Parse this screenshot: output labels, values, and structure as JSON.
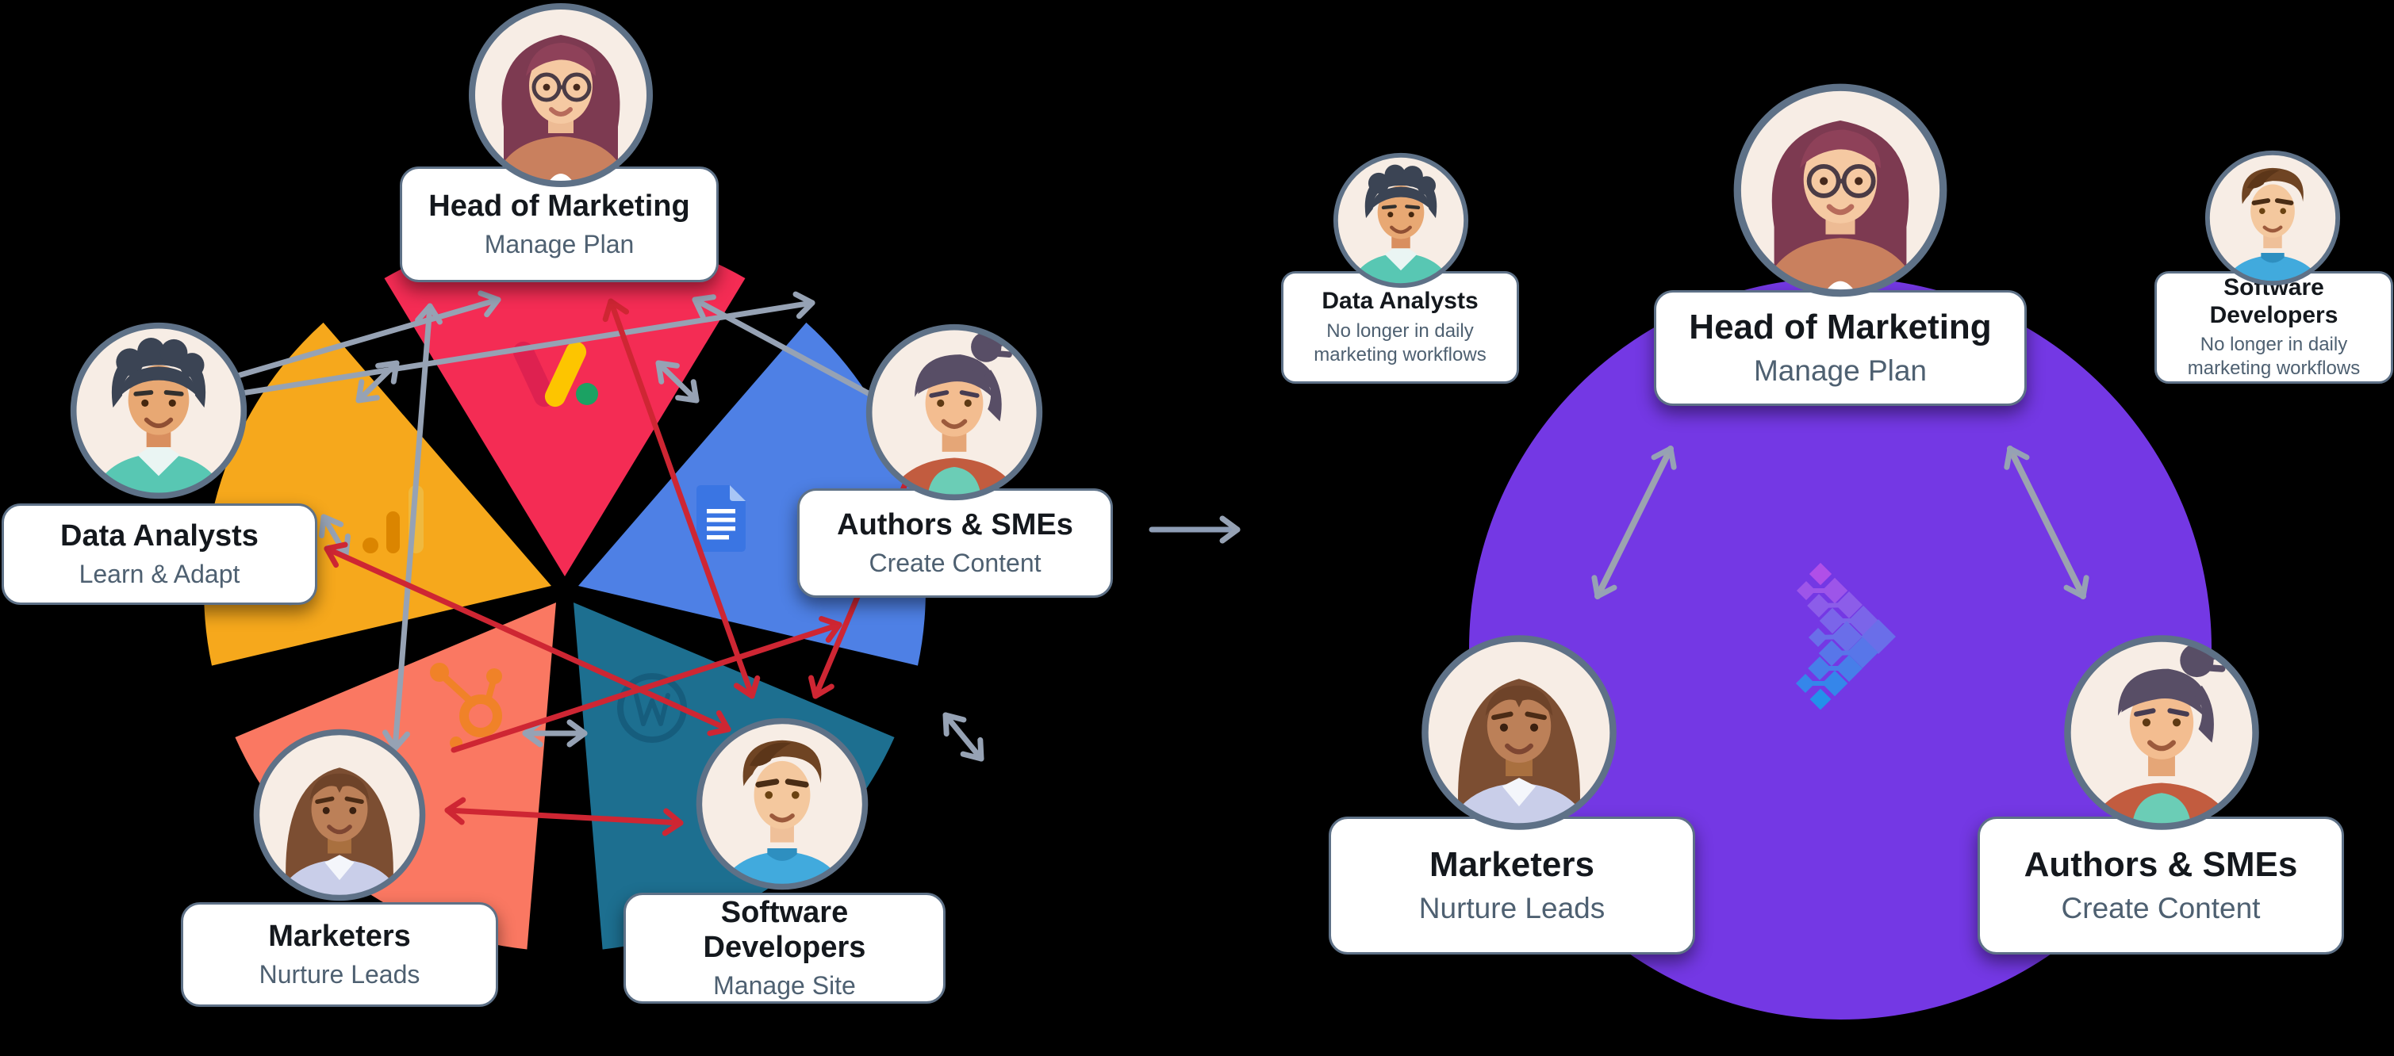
{
  "diagram": {
    "before": {
      "name": "siloed-marketing-workflow",
      "roles": [
        {
          "name": "Head of Marketing",
          "task": "Manage Plan",
          "tool": "google-ads-icon",
          "wedge_color": "#F42C54"
        },
        {
          "name": "Data Analysts",
          "task": "Learn & Adapt",
          "tool": "google-analytics-icon",
          "wedge_color": "#F6A81C"
        },
        {
          "name": "Authors & SMEs",
          "task": "Create Content",
          "tool": "google-docs-icon",
          "wedge_color": "#4E80E5"
        },
        {
          "name": "Marketers",
          "task": "Nurture Leads",
          "tool": "hubspot-icon",
          "wedge_color": "#FA7862"
        },
        {
          "name": "Software Developers",
          "task": "Manage Site",
          "tool": "wordpress-icon",
          "wedge_color": "#1D6F90"
        }
      ]
    },
    "after": {
      "name": "unified-marketing-workflow",
      "circle_color": "#7438E4",
      "center_icon": "data-pipeline-logo",
      "roles": [
        {
          "name": "Head of Marketing",
          "task": "Manage Plan"
        },
        {
          "name": "Marketers",
          "task": "Nurture Leads"
        },
        {
          "name": "Authors & SMEs",
          "task": "Create Content"
        }
      ],
      "sidelined_roles": [
        {
          "name": "Data Analysts",
          "note": "No longer in daily marketing workflows"
        },
        {
          "name": "Software Developers",
          "note": "No longer in daily marketing workflows"
        }
      ]
    },
    "colors": {
      "background": "#000000",
      "gray_arrow": "#96A2B4",
      "red_arrow": "#CE2633",
      "card_border": "#5E7187",
      "title_text": "#14181D",
      "subtitle_text": "#4E6071"
    },
    "icons": [
      "google-ads-icon",
      "google-analytics-icon",
      "google-docs-icon",
      "wordpress-icon",
      "hubspot-icon",
      "data-pipeline-logo",
      "transition-arrow-icon"
    ]
  }
}
